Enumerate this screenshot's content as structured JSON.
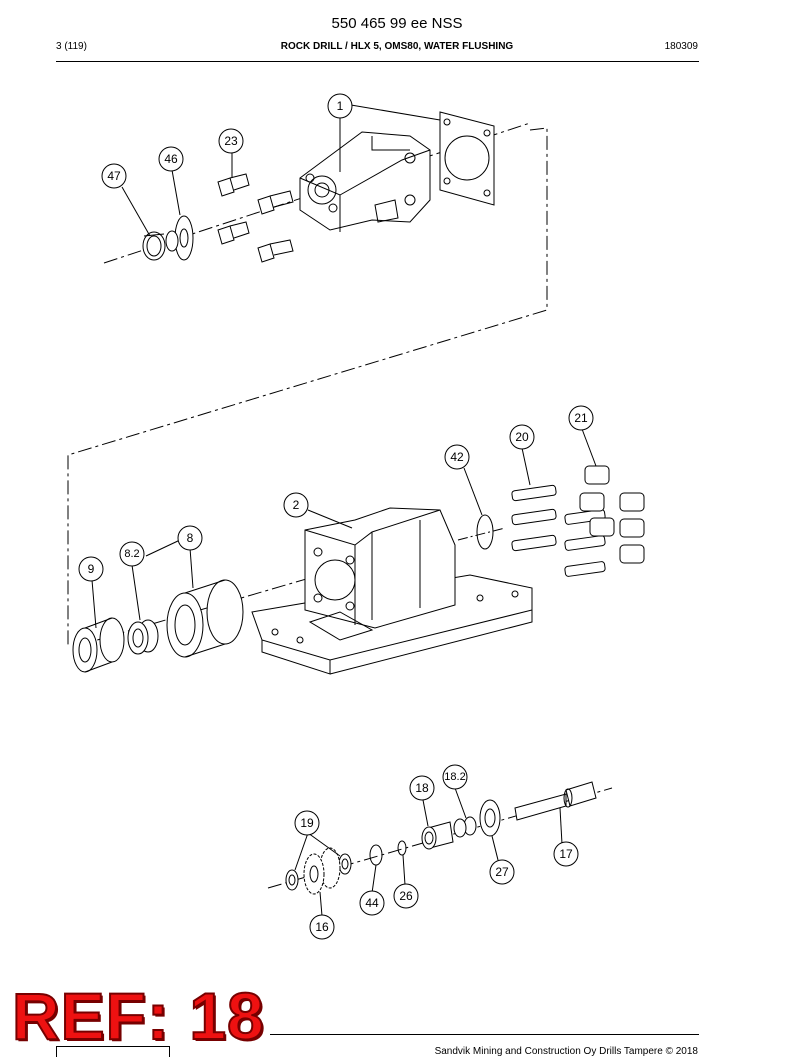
{
  "header": {
    "doc_number": "550 465 99 ee NSS",
    "page": "3 (119)",
    "title": "ROCK DRILL / HLX 5, OMS80, WATER FLUSHING",
    "date": "180309"
  },
  "callouts": [
    "1",
    "23",
    "46",
    "47",
    "21",
    "20",
    "42",
    "2",
    "8",
    "8.2",
    "9",
    "18.2",
    "18",
    "19",
    "17",
    "27",
    "26",
    "44",
    "16"
  ],
  "ref_label": "REF: 18",
  "footer": {
    "copyright": "Sandvik Mining and Construction Oy Drills Tampere © 2018"
  }
}
